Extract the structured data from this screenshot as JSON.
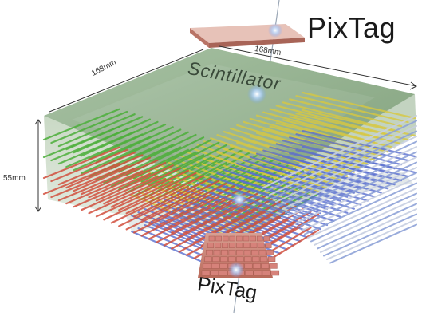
{
  "labels": {
    "pixtag_top": "PixTag",
    "pixtag_bottom": "PixTag",
    "scintillator": "Scintillator",
    "dim_top": "168mm",
    "dim_left": "168mm",
    "dim_height": "55mm"
  },
  "colors": {
    "scintillator_top": "#8fb08c",
    "scintillator_side": "#c9d8c4",
    "pixtag_board": "#c87a6a",
    "fiber_green": "#4caf3a",
    "fiber_yellow": "#d8c840",
    "fiber_red": "#d2503e",
    "fiber_blue": "#5a6fd0"
  }
}
